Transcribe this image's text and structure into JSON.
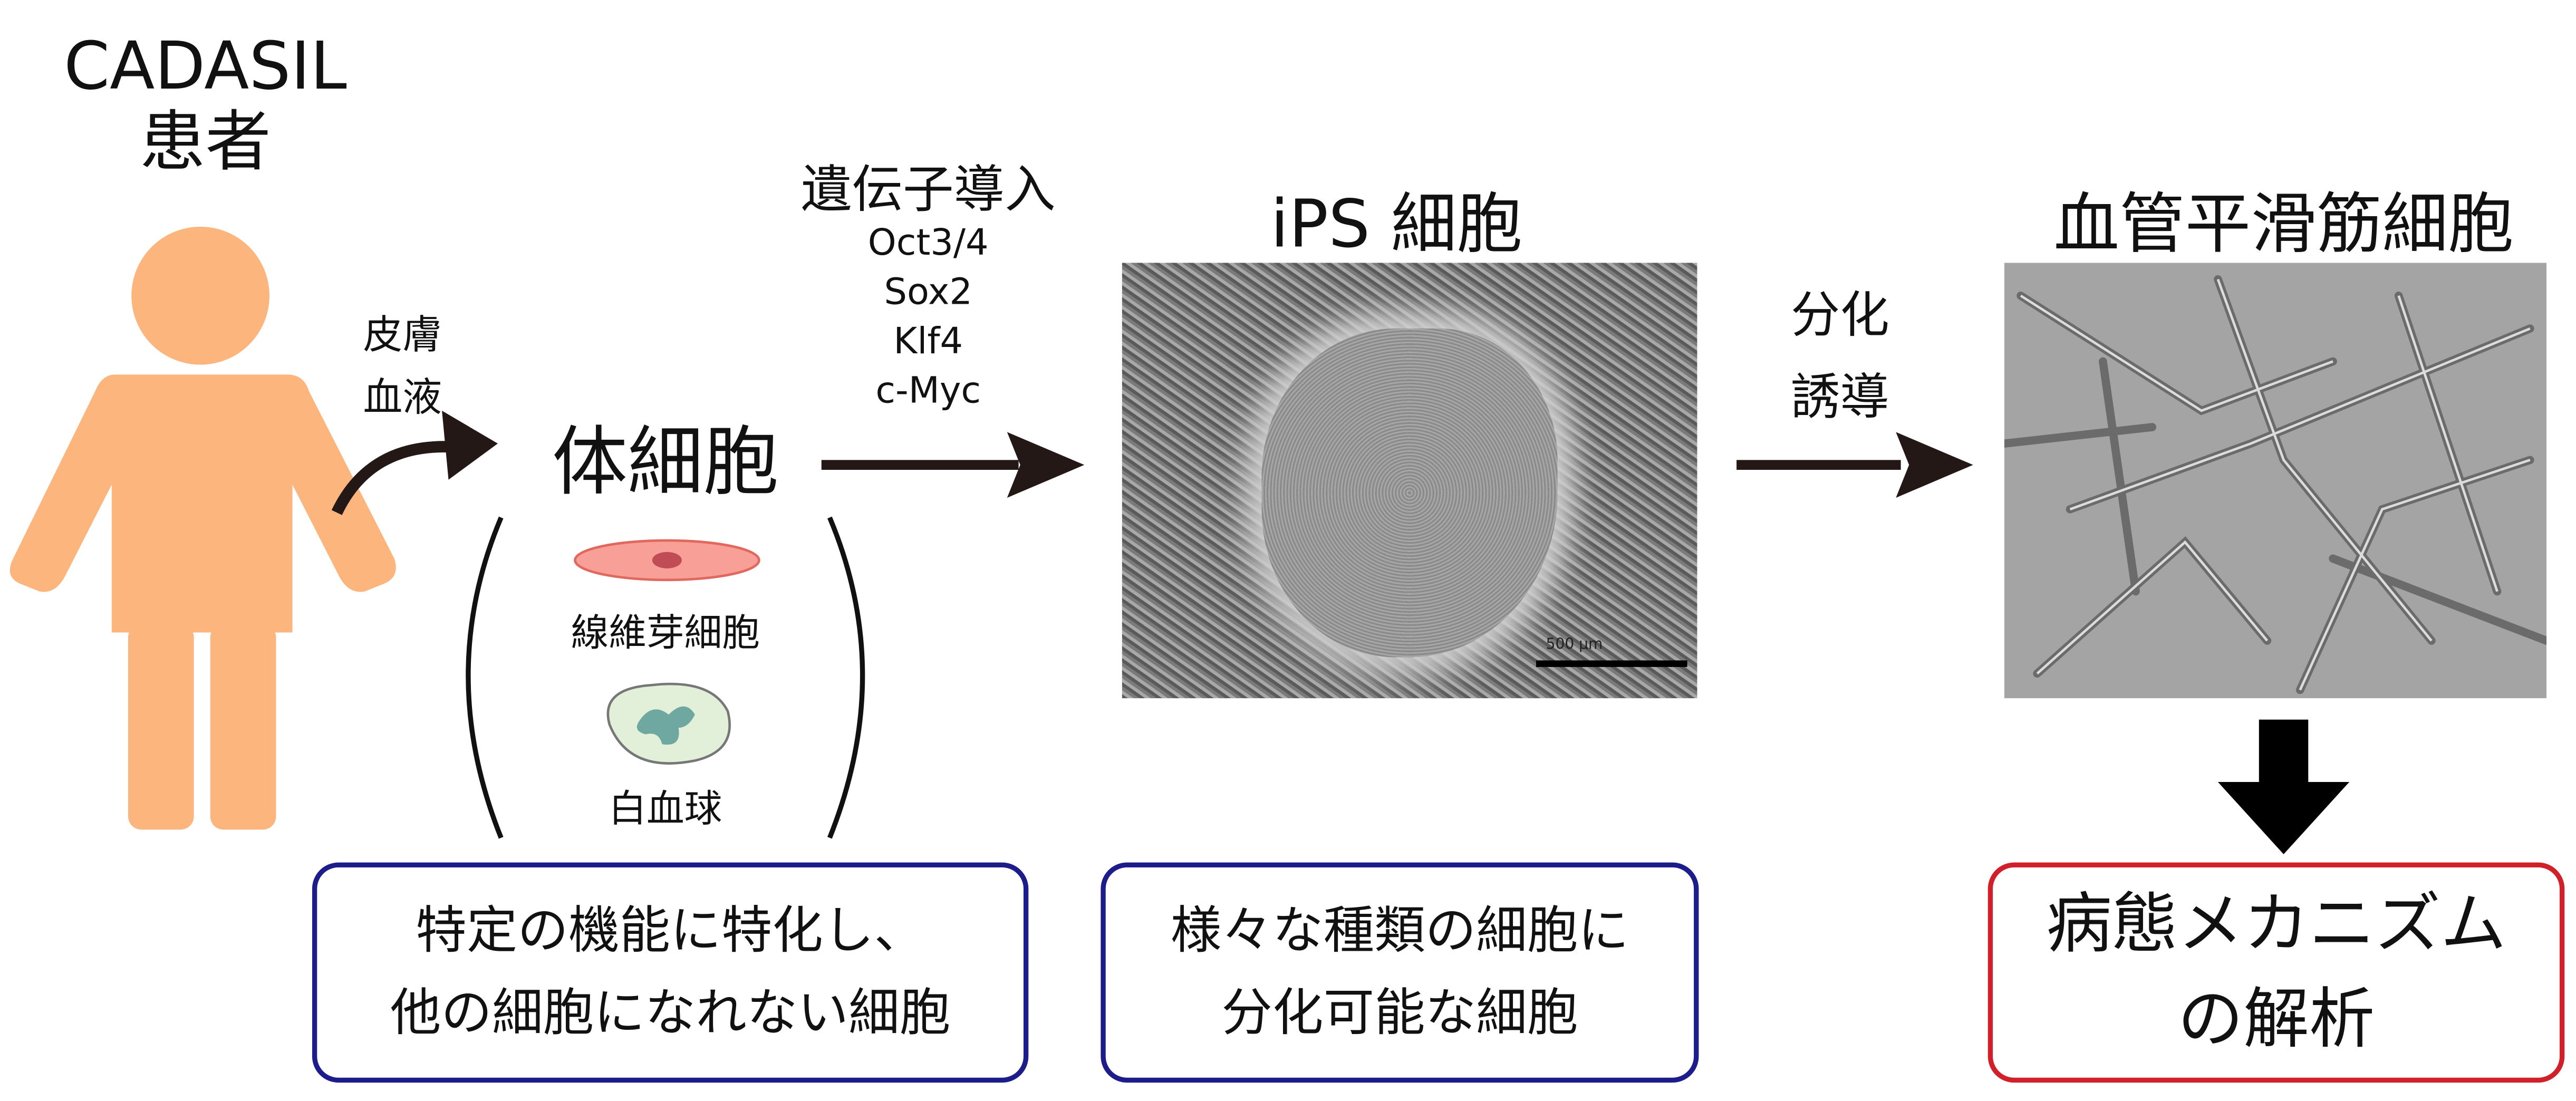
{
  "patient": {
    "line1": "CADASIL",
    "line2": "患者"
  },
  "source": {
    "line1": "皮膚",
    "line2": "血液"
  },
  "somatic": {
    "title": "体細胞",
    "cell1": "線維芽細胞",
    "cell2": "白血球"
  },
  "transduction": {
    "title": "遺伝子導入",
    "genes": [
      "Oct3/4",
      "Sox2",
      "Klf4",
      "c-Myc"
    ]
  },
  "ips": {
    "title": "iPS 細胞",
    "scale_bar": "500 μm"
  },
  "induction": {
    "line1": "分化",
    "line2": "誘導"
  },
  "smc": {
    "title": "血管平滑筋細胞"
  },
  "boxes": {
    "somatic": {
      "line1": "特定の機能に特化し、",
      "line2": "他の細胞になれない細胞"
    },
    "ips": {
      "line1": "様々な種類の細胞に",
      "line2": "分化可能な細胞"
    },
    "analysis": {
      "line1": "病態メカニズム",
      "line2": "の解析"
    }
  },
  "colors": {
    "person": "#fdb57e",
    "blue_box": "#1c1c8a",
    "red_box": "#d0202a",
    "fibroblast": "#f4847a",
    "leukocyte": "#d8ecd0"
  }
}
